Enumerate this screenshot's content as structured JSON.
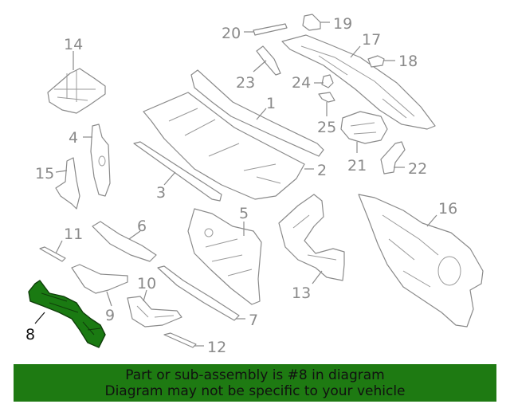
{
  "diagram": {
    "highlighted_part": "8",
    "callouts": [
      "1",
      "2",
      "3",
      "4",
      "5",
      "6",
      "7",
      "8",
      "9",
      "10",
      "11",
      "12",
      "13",
      "14",
      "15",
      "16",
      "17",
      "18",
      "19",
      "20",
      "21",
      "22",
      "23",
      "24",
      "25"
    ],
    "highlight_color": "#1e7a12"
  },
  "banner": {
    "line1": "Part or sub-assembly is #8 in diagram",
    "line2": "Diagram may not be specific to your vehicle",
    "background": "#1e7a12"
  }
}
